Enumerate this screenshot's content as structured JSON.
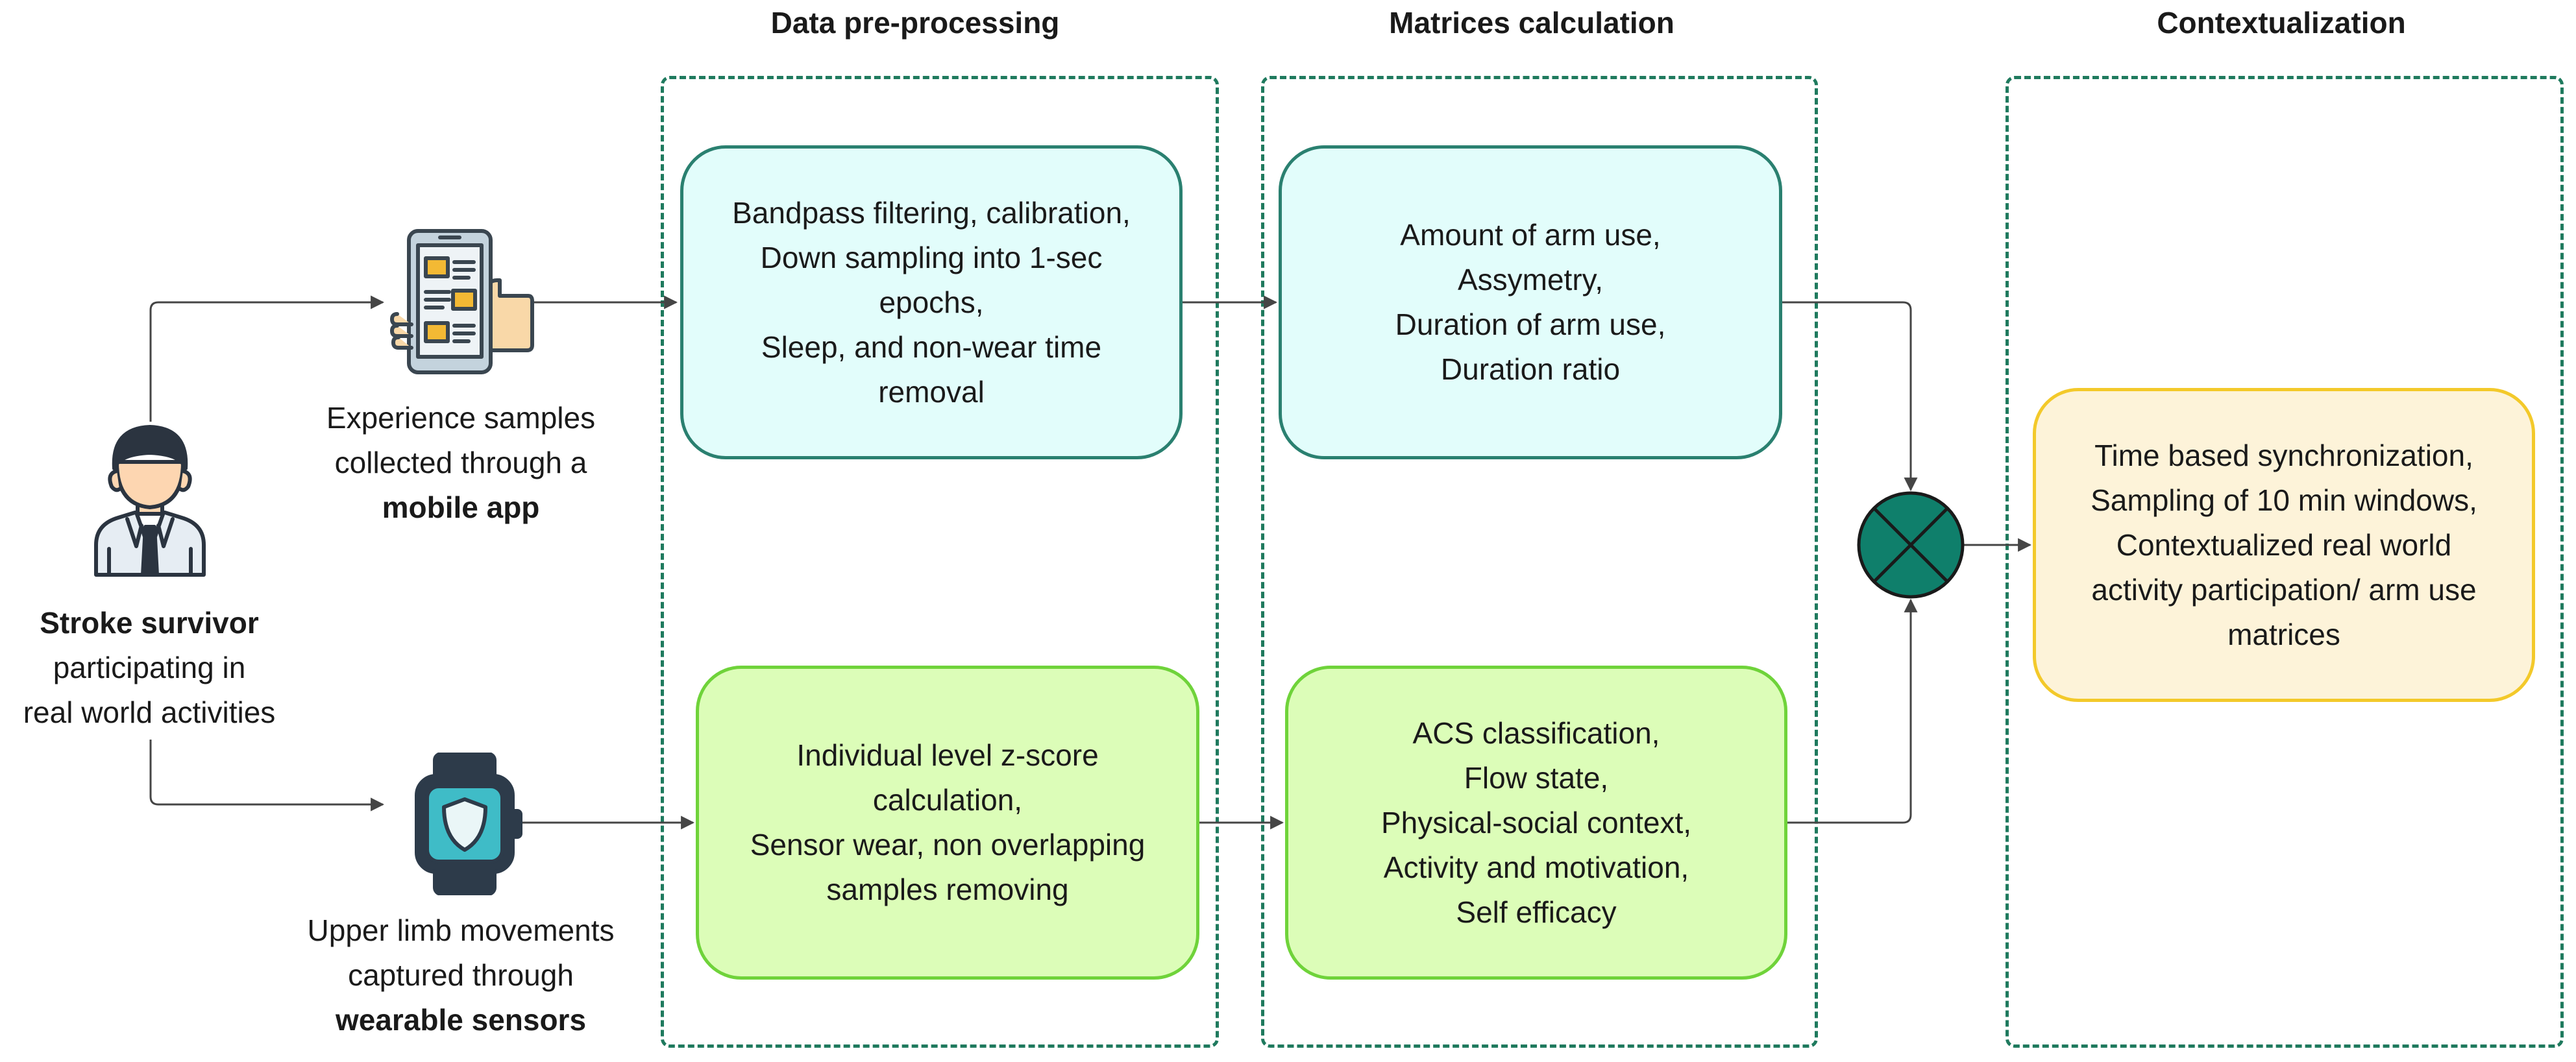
{
  "columns": {
    "preprocessing": "Data pre-processing",
    "matrices": "Matrices calculation",
    "contextualization": "Contextualization"
  },
  "actor": {
    "title": "Stroke survivor",
    "line2": "participating in",
    "line3": "real world activities"
  },
  "mobile_caption": {
    "line1": "Experience samples",
    "line2": "collected through a",
    "line3": "mobile app"
  },
  "wearable_caption": {
    "line1": "Upper limb movements",
    "line2": "captured through",
    "line3": "wearable sensors"
  },
  "nodes": {
    "pre_top": [
      "Bandpass filtering, calibration,",
      "Down sampling into 1-sec",
      "epochs,",
      "Sleep, and non-wear time",
      "removal"
    ],
    "pre_bottom": [
      "Individual level z-score",
      "calculation,",
      "Sensor wear, non overlapping",
      "samples removing"
    ],
    "mat_top": [
      "Amount of arm use,",
      "Assymetry,",
      "Duration of arm use,",
      "Duration ratio"
    ],
    "mat_bottom": [
      "ACS classification,",
      "Flow state,",
      "Physical-social context,",
      "Activity and motivation,",
      "Self efficacy"
    ],
    "context": [
      "Time based synchronization,",
      "Sampling of 10 min windows,",
      "Contextualized real world",
      "activity participation/ arm use",
      "matrices"
    ]
  },
  "colors": {
    "dashed_border": "#1f7a5e",
    "cyan_fill": "#e2fdfb",
    "green_fill": "#dcfdb8",
    "yellow_fill": "#fdf3d9",
    "junction": "#0f7f6b",
    "arrow": "#454545"
  },
  "icons": {
    "actor": "person-icon",
    "mobile": "mobile-app-icon",
    "wearable": "smartwatch-icon",
    "junction": "summing-junction-icon"
  }
}
